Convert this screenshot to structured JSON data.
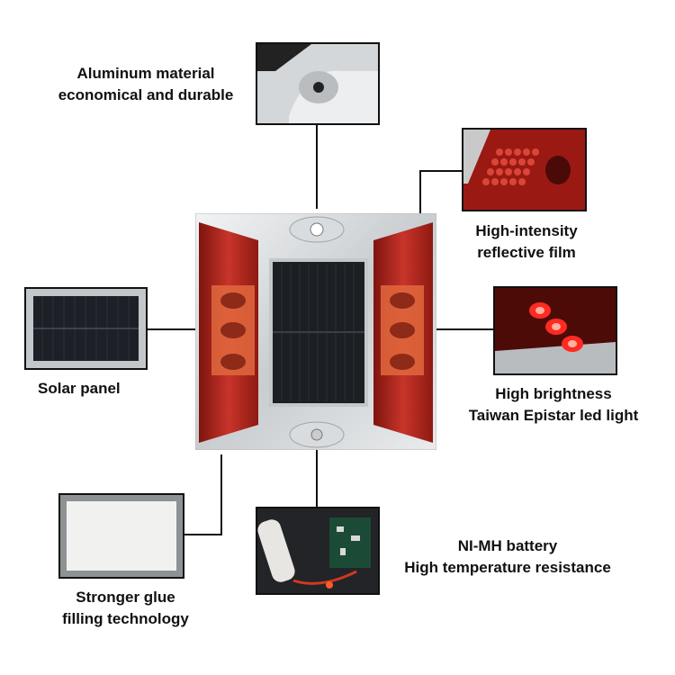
{
  "callouts": {
    "aluminum": [
      "Aluminum material",
      "economical and durable"
    ],
    "reflective": [
      "High-intensity",
      "reflective film"
    ],
    "solar": [
      "Solar panel"
    ],
    "led": [
      "High brightness",
      "Taiwan Epistar led light"
    ],
    "glue": [
      "Stronger glue",
      "filling technology"
    ],
    "battery": [
      "NI-MH battery",
      "High temperature resistance"
    ]
  },
  "colors": {
    "reflector_red": "#b8241c",
    "aluminum": "#cfd3d6",
    "solar_dark": "#1c1f24",
    "line": "#111111"
  }
}
